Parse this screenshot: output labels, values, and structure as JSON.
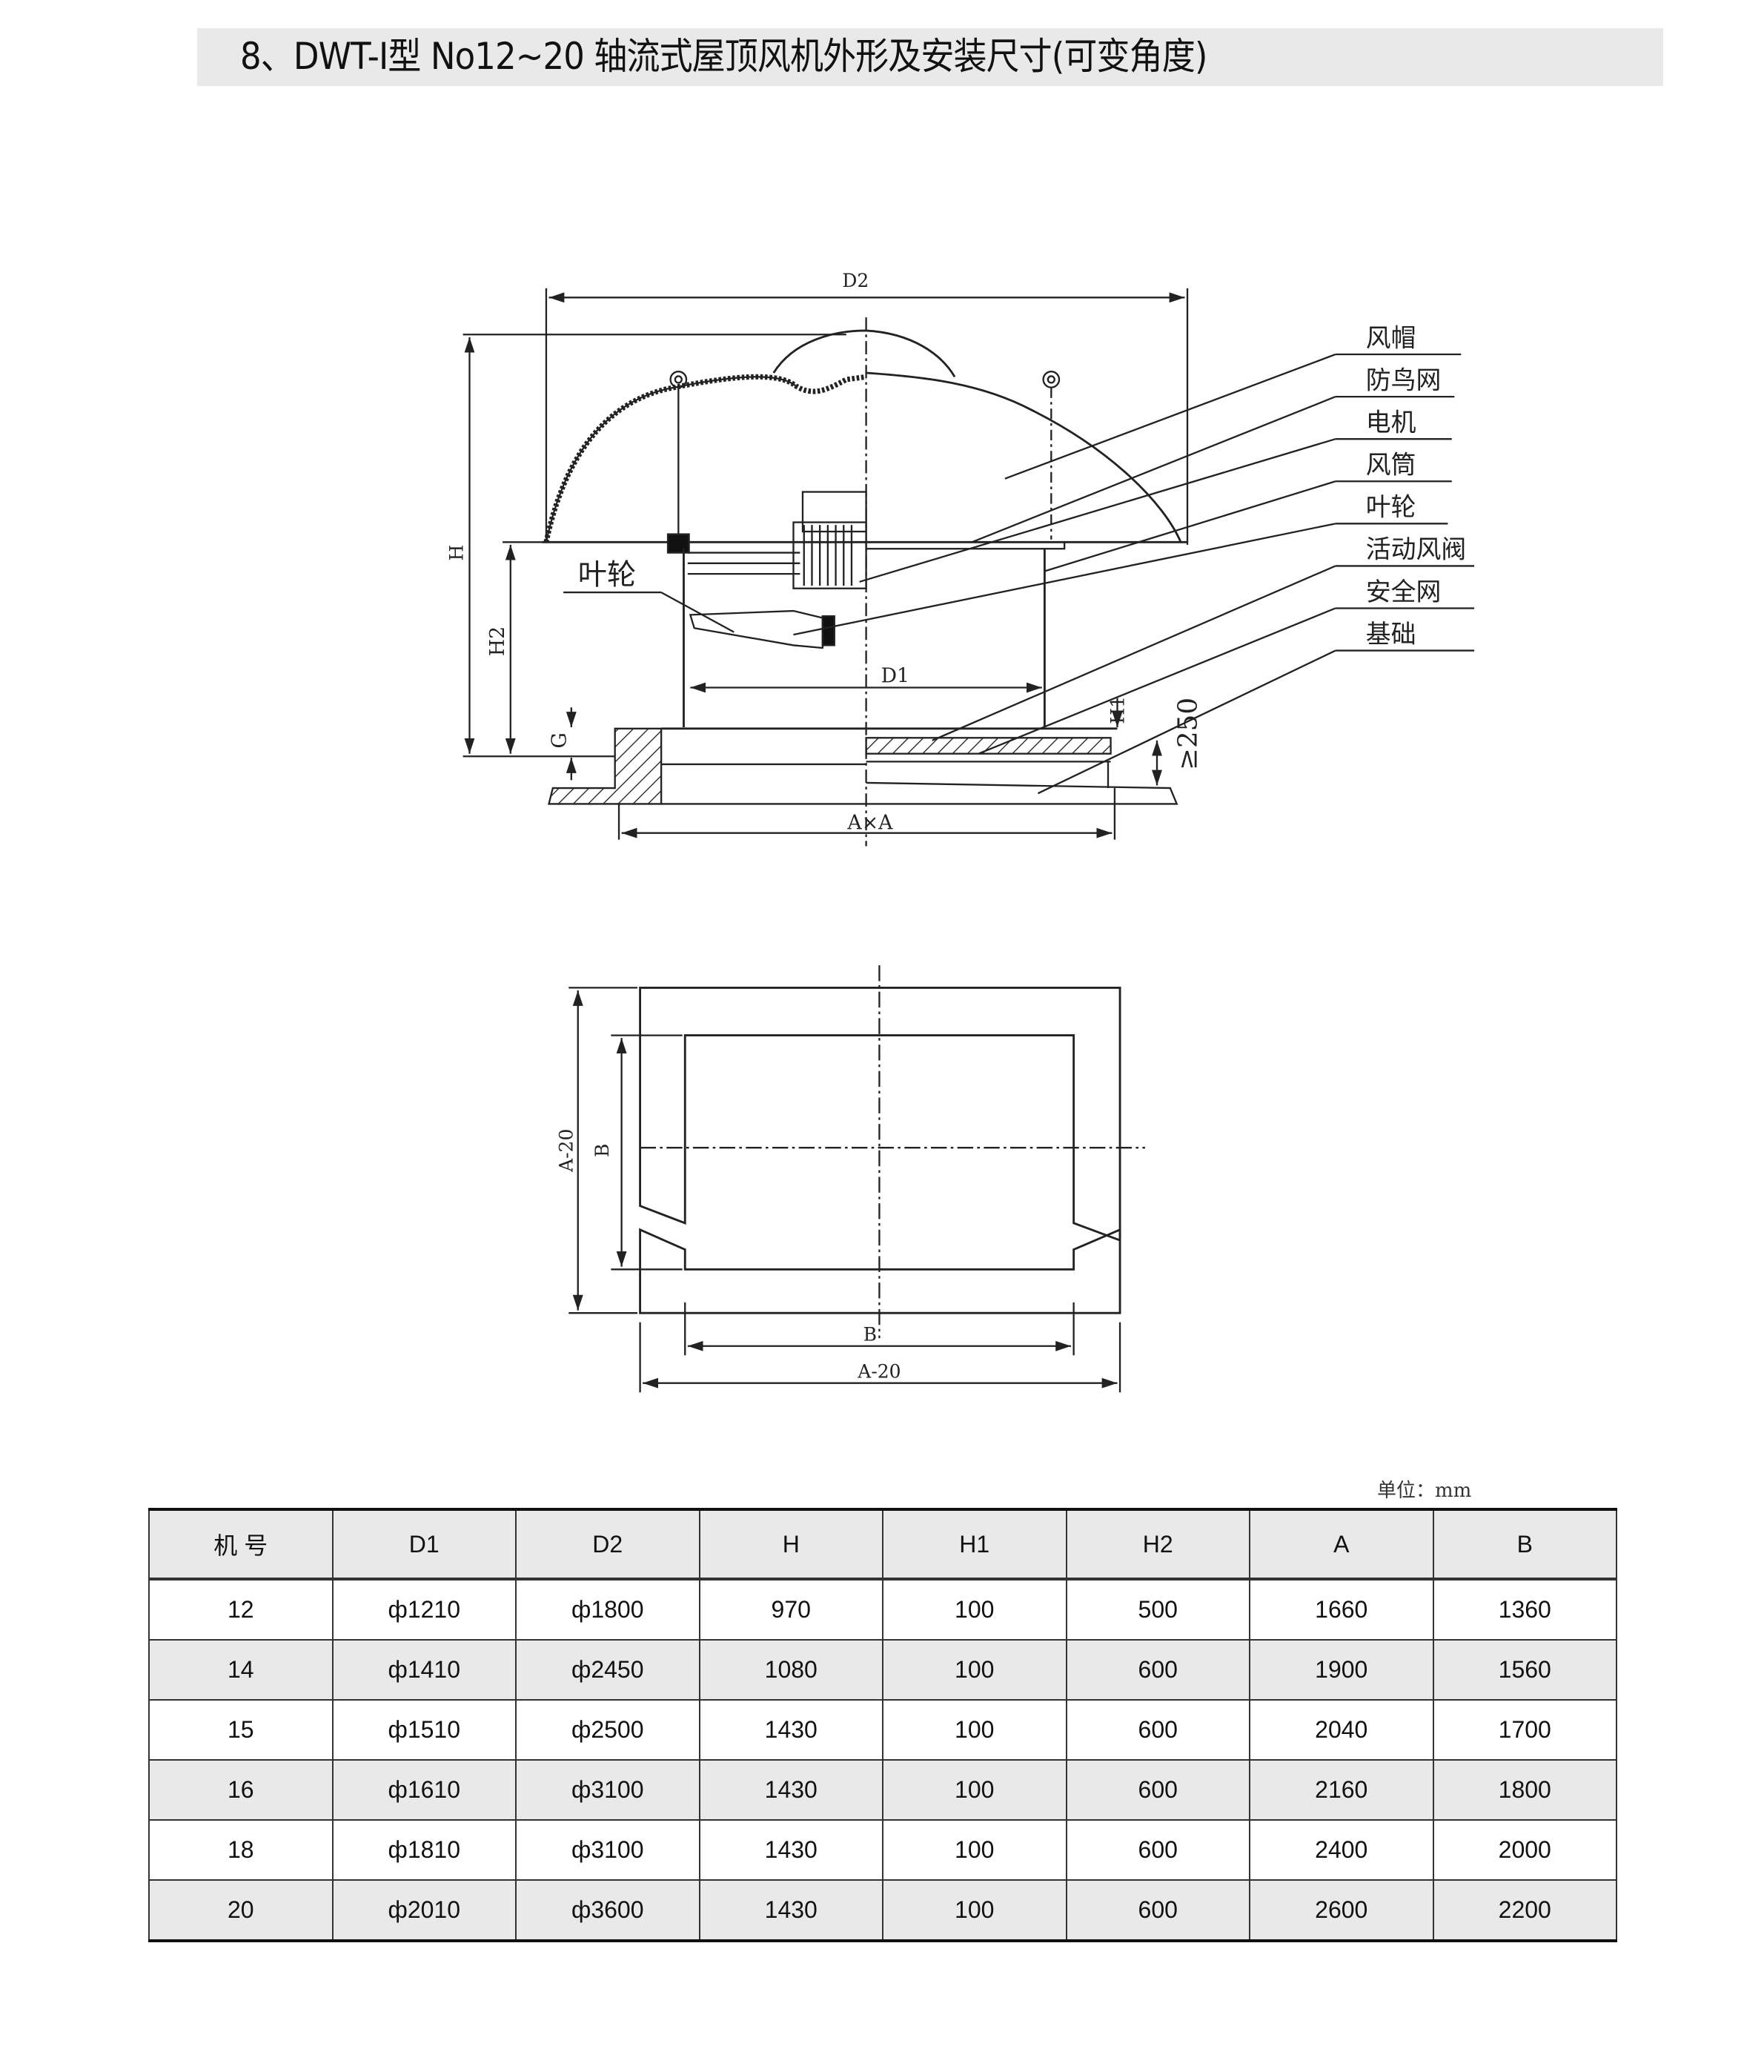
{
  "title": "8、DWT-Ⅰ型 No12~20 轴流式屋顶风机外形及安装尺寸(可变角度)",
  "elevation": {
    "dims": {
      "D2": "D2",
      "H": "H",
      "H2": "H2",
      "G": "G",
      "D1": "D1",
      "H1": "H1",
      "min250": "≥250",
      "AxA": "A×A"
    },
    "impeller_label": "叶轮",
    "parts": [
      "风帽",
      "防鸟网",
      "电机",
      "风筒",
      "叶轮",
      "活动风阀",
      "安全网",
      "基础"
    ]
  },
  "plan": {
    "dims": {
      "A20_v": "A-20",
      "B_v": "B",
      "B_h": "B",
      "A20_h": "A-20"
    }
  },
  "unit_label": "单位：mm",
  "table": {
    "headers": [
      "机 号",
      "D1",
      "D2",
      "H",
      "H1",
      "H2",
      "A",
      "B"
    ],
    "rows": [
      [
        "12",
        "ф1210",
        "ф1800",
        "970",
        "100",
        "500",
        "1660",
        "1360"
      ],
      [
        "14",
        "ф1410",
        "ф2450",
        "1080",
        "100",
        "600",
        "1900",
        "1560"
      ],
      [
        "15",
        "ф1510",
        "ф2500",
        "1430",
        "100",
        "600",
        "2040",
        "1700"
      ],
      [
        "16",
        "ф1610",
        "ф3100",
        "1430",
        "100",
        "600",
        "2160",
        "1800"
      ],
      [
        "18",
        "ф1810",
        "ф3100",
        "1430",
        "100",
        "600",
        "2400",
        "2000"
      ],
      [
        "20",
        "ф2010",
        "ф3600",
        "1430",
        "100",
        "600",
        "2600",
        "2200"
      ]
    ]
  }
}
